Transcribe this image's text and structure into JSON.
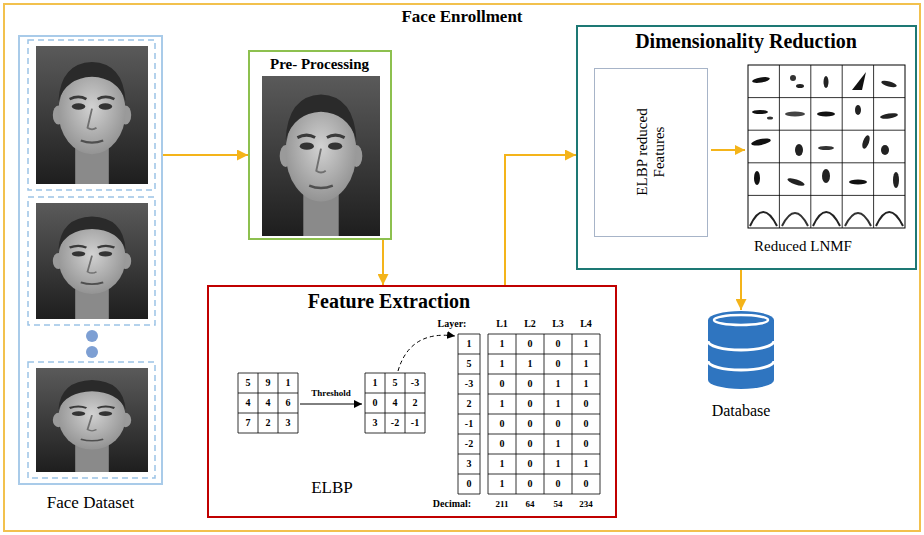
{
  "diagram": {
    "nodes": [
      {
        "text": [
          "Face Enrollment"
        ]
      },
      {
        "text": [
          "Face Dataset"
        ],
        "in": 0
      },
      {
        "text": [
          "Pre- Processing"
        ],
        "in": 0
      },
      {
        "text": [
          "Feature Extraction",
          "ELBP"
        ],
        "in": 0
      },
      {
        "text": [
          "Dimensionality Reduction",
          "Reduced LNMF"
        ],
        "in": 0
      },
      {
        "text": [
          "ELBP reduced Features"
        ],
        "in": 4
      },
      {
        "text": [
          "Database"
        ],
        "in": 0
      }
    ],
    "edges": [
      {
        "from": 1,
        "to": 2,
        "arrow": "to"
      },
      {
        "from": 2,
        "to": 3,
        "arrow": "to"
      },
      {
        "from": 3,
        "to": 4,
        "arrow": "to"
      },
      {
        "from": 4,
        "to": 6,
        "arrow": "to"
      }
    ],
    "labels": [
      "5",
      "9",
      "1",
      "4",
      "4",
      "6",
      "7",
      "2",
      "3",
      "Threshold",
      "1",
      "5",
      "-3",
      "0",
      "4",
      "2",
      "3",
      "-2",
      "-1",
      "1",
      "5",
      "-3",
      "2",
      "-1",
      "-2",
      "3",
      "0",
      "Layer:",
      "L1",
      "L2",
      "L3",
      "L4",
      "1",
      "0",
      "0",
      "1",
      "1",
      "1",
      "0",
      "1",
      "0",
      "0",
      "1",
      "1",
      "1",
      "0",
      "1",
      "0",
      "0",
      "0",
      "0",
      "0",
      "0",
      "0",
      "1",
      "0",
      "1",
      "0",
      "1",
      "1",
      "1",
      "0",
      "0",
      "0",
      "Decimal:",
      "211",
      "64",
      "54",
      "234"
    ]
  }
}
